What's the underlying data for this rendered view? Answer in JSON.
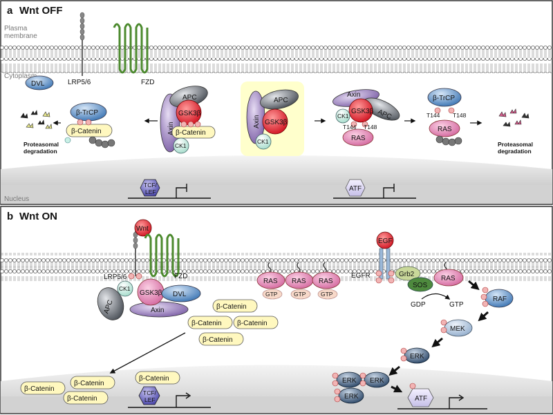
{
  "panel_a": {
    "letter": "a",
    "title": "Wnt OFF",
    "plasma_membrane_line1": "Plasma",
    "plasma_membrane_line2": "membrane",
    "cytoplasm": "Cytoplasm",
    "nucleus": "Nucleus",
    "lrp": "LRP5/6",
    "fzd": "FZD",
    "dvl": "DVL",
    "btrcp": "β-TrCP",
    "bcatenin": "β-Catenin",
    "p": "P",
    "u": "U",
    "apc": "APC",
    "axin": "Axin",
    "gsk": "GSK3β",
    "ck1": "CK1",
    "ras": "RAS",
    "t144": "T144",
    "t148": "T148",
    "proteasomal": "Proteasomal",
    "degradation": "degradation",
    "tcf": "TCF/",
    "lef": "LEF",
    "atf": "ATF"
  },
  "panel_b": {
    "letter": "b",
    "title": "Wnt ON",
    "wnt": "Wnt",
    "lrp": "LRP5/6",
    "fzd": "FZD",
    "ck1": "CK1",
    "gsk": "GSK3β",
    "dvl": "DVL",
    "apc": "APC",
    "axin": "Axin",
    "bcatenin": "β-Catenin",
    "ras": "RAS",
    "gtp": "GTP",
    "gdp": "GDP",
    "egf": "EGF",
    "egfr": "EGFR",
    "grb2": "Grb2",
    "sos": "SOS",
    "raf": "RAF",
    "mek": "MEK",
    "erk": "ERK",
    "tcf": "TCF/",
    "lef": "LEF",
    "atf": "ATF",
    "p": "P"
  },
  "colors": {
    "membrane": "#999999",
    "nucleus_band": "#d9d9d9",
    "bcatenin_fill": "#fff8bf",
    "ras_fill": "#e07ab0",
    "gsk_fill": "#e8172a",
    "apc_fill": "#555e6b",
    "axin_fill": "#8a6cb5",
    "ck1_fill": "#c9f0e6",
    "btrcp_fill": "#3b7fc2",
    "erk_fill": "#2a4a6c",
    "dvl_fill": "#3b5f8c",
    "fzd_color": "#4c8a2e",
    "highlight_box": "#ffffcc"
  }
}
